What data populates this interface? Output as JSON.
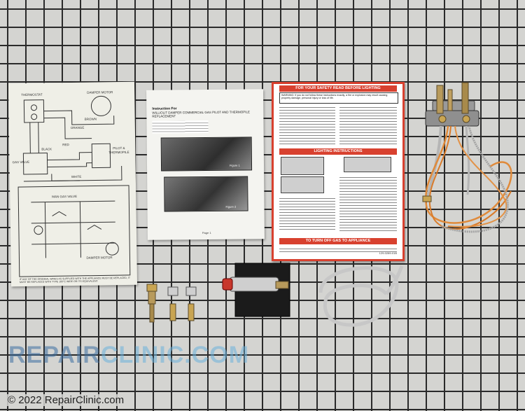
{
  "watermark": {
    "part1": "REPAIR",
    "part2": "CLINIC.COM"
  },
  "copyright": "© 2022 RepairClinic.com",
  "wiring_sheet": {
    "thermostat": "THERMOSTAT",
    "damper_motor": "DAMPER MOTOR",
    "orange": "ORANGE",
    "brown": "BROWN",
    "red": "RED",
    "black": "BLACK",
    "white": "WHITE",
    "pilot": "PILOT &",
    "thermopile": "THERMOPILE",
    "gas_valve": "GAS VALVE",
    "man_gas_valve": "MAN GAS VALVE",
    "damper_motor_lower": "DAMPER MOTOR",
    "footnote": "IF ANY OF THE ORIGINAL WIRES AS SUPPLIED WITH THE APPLIANCE MUST BE REPLACED, IT MUST BE REPLACED WITH TYPE 105°C WIRE OR ITS EQUIVALENT."
  },
  "instruction_sheet": {
    "title_line1": "Instruction For",
    "title_line2": "WILLIOLIT DAMPER COMMERCIAL GAS PILOT AND THERMOPILE REPLACEMENT",
    "figure1": "Figure 1",
    "figure2": "Figure 2",
    "page": "Page 1"
  },
  "safety_sheet": {
    "header": "FOR YOUR SAFETY READ BEFORE LIGHTING",
    "warning": "WARNING: If you do not follow these instructions exactly, a fire or explosion may result causing property damage, personal injury or loss of life.",
    "lighting": "LIGHTING INSTRUCTIONS",
    "turnoff": "TO TURN OFF GAS TO APPLIANCE",
    "code": "129-0289-01B"
  }
}
